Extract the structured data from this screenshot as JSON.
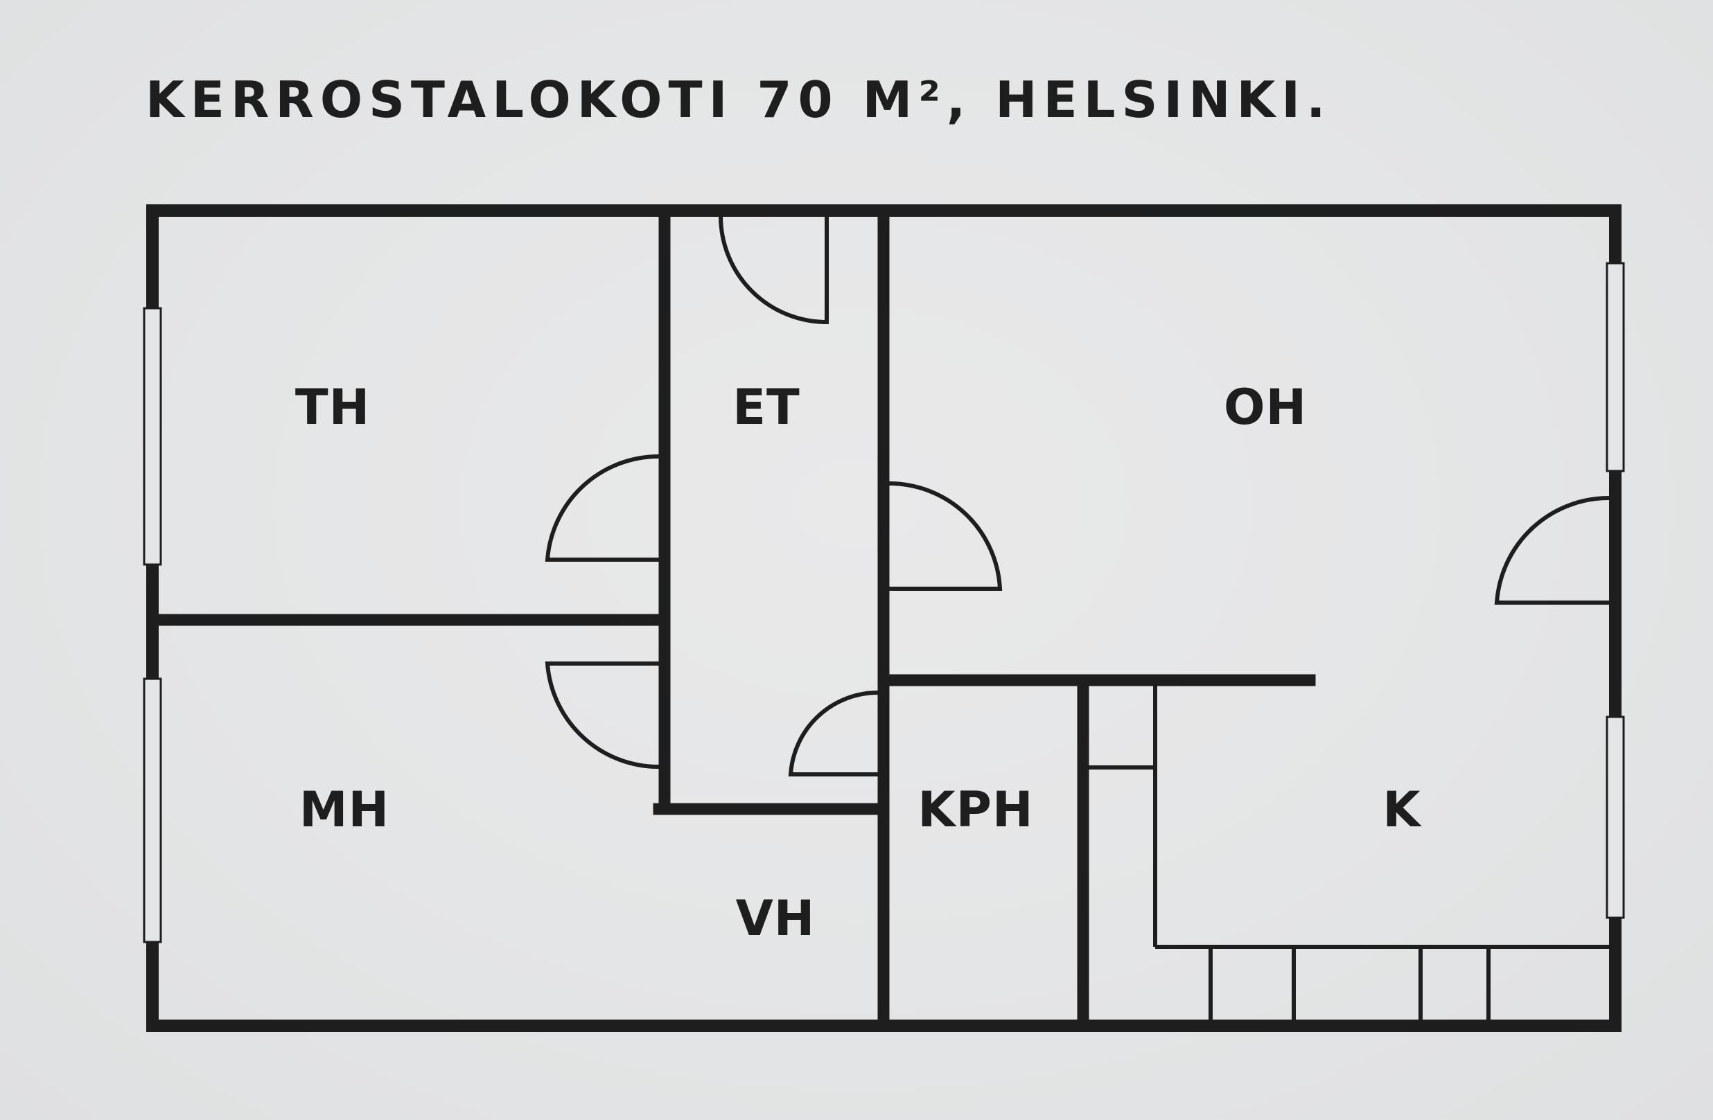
{
  "title": "KERROSTALOKOTI 70 M², HELSINKI.",
  "colors": {
    "ink": "#1f1e1e",
    "paper": "#e4e5e6"
  },
  "rooms": {
    "th": "TH",
    "et": "ET",
    "oh": "OH",
    "mh": "MH",
    "kph": "KPH",
    "k": "K",
    "vh": "VH"
  }
}
